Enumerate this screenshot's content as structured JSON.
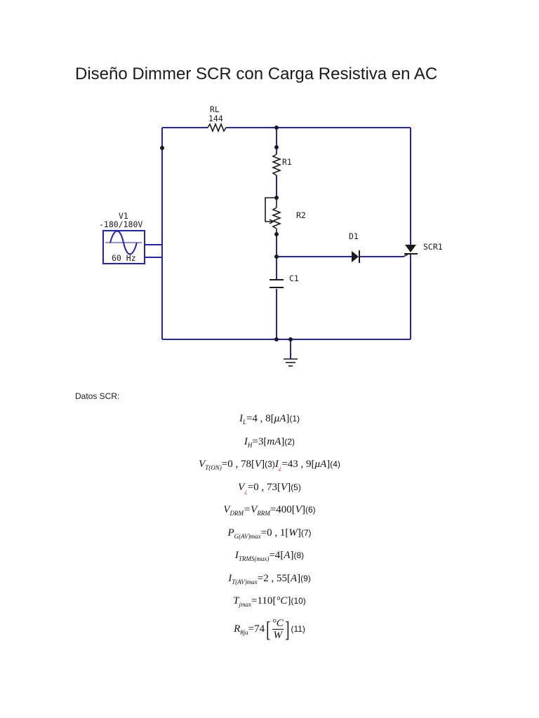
{
  "title": "Diseño Dimmer SCR con Carga Resistiva en AC",
  "circuit": {
    "rl_label": "RL",
    "rl_value": "144",
    "v1_label": "V1",
    "v1_value": "-180/180V",
    "v1_freq": "60 Hz",
    "r1_label": "R1",
    "r2_label": "R2",
    "c1_label": "C1",
    "d1_label": "D1",
    "scr_label": "SCR1"
  },
  "datos_label": "Datos SCR:",
  "equations": {
    "eq1": {
      "lhs": "I",
      "sub": "L",
      "rhs": "=4 , 8",
      "unit": "μA",
      "ref": "(1)"
    },
    "eq2": {
      "lhs": "I",
      "sub": "H",
      "rhs": "=3",
      "unit": "mA",
      "ref": "(2)"
    },
    "eq3": {
      "lhs": "V",
      "sub": "T(ON)",
      "rhs": "=0 , 78",
      "unit": "V",
      "ref": "(3)",
      "lhs2": "I",
      "rhs2": "=43 , 9",
      "unit2": "μA",
      "ref2": "(4)"
    },
    "eq5": {
      "lhs": "V",
      "rhs": "=0 , 73",
      "unit": "V",
      "ref": "(5)"
    },
    "eq6": {
      "lhs": "V",
      "sub": "DRM",
      "mid": "=V",
      "sub2": "RRM",
      "rhs": "=400",
      "unit": "V",
      "ref": "(6)"
    },
    "eq7": {
      "lhs": "P",
      "sub": "G(AV)max",
      "rhs": "=0 , 1",
      "unit": "W",
      "ref": "(7)"
    },
    "eq8": {
      "lhs": "I",
      "sub": "TRMS(max)",
      "rhs": "=4",
      "unit": "A",
      "ref": "(8)"
    },
    "eq9": {
      "lhs": "I",
      "sub": "T(AV)max",
      "rhs": "=2 , 55",
      "unit": "A",
      "ref": "(9)"
    },
    "eq10": {
      "lhs": "T",
      "sub": "jmax",
      "rhs": "=110",
      "unit": "°C",
      "ref": "(10)"
    },
    "eq11": {
      "lhs": "R",
      "sub": "θja",
      "rhs": "=74",
      "unit_num": "°C",
      "unit_den": "W",
      "ref": "(11)"
    }
  },
  "colors": {
    "wire": "#2323b8",
    "text": "#1a1a1a"
  }
}
